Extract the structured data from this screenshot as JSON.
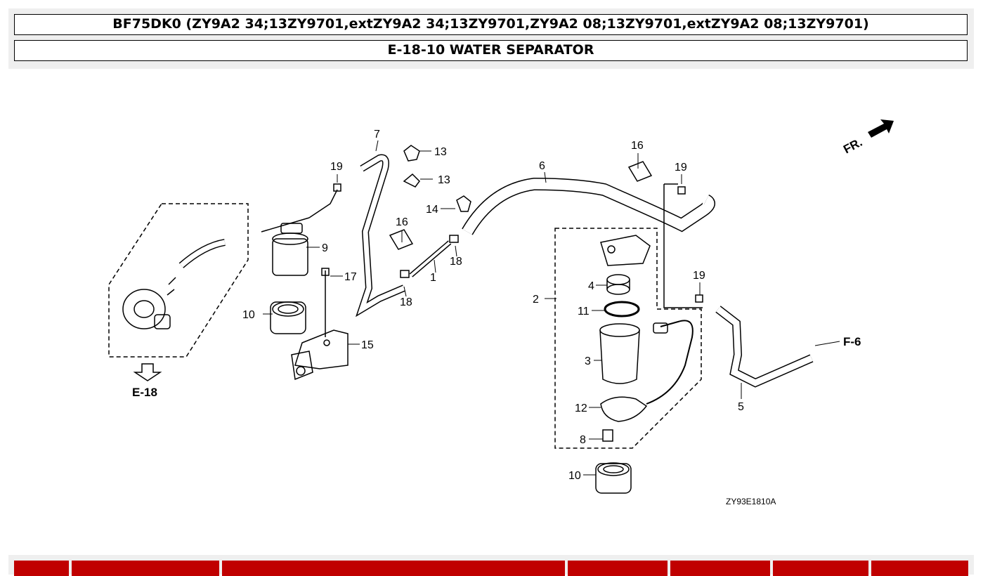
{
  "header": {
    "model": "BF75DK0 (ZY9A2 34;13ZY9701,extZY9A2 34;13ZY9701,ZY9A2 08;13ZY9701,extZY9A2 08;13ZY9701)",
    "section_title": "E-18-10 WATER SEPARATOR"
  },
  "diagram": {
    "part_labels": [
      "1",
      "2",
      "3",
      "4",
      "5",
      "6",
      "7",
      "8",
      "9",
      "10",
      "10",
      "11",
      "12",
      "13",
      "13",
      "14",
      "15",
      "16",
      "16",
      "17",
      "18",
      "18",
      "19",
      "19",
      "19"
    ],
    "ref_e18": "E-18",
    "ref_f6": "F-6",
    "fr_label": "FR.",
    "drawing_code": "ZY93E1810A"
  },
  "parts_table": {
    "header_cells": 7,
    "colors": {
      "header_bg": "#c00000"
    }
  }
}
